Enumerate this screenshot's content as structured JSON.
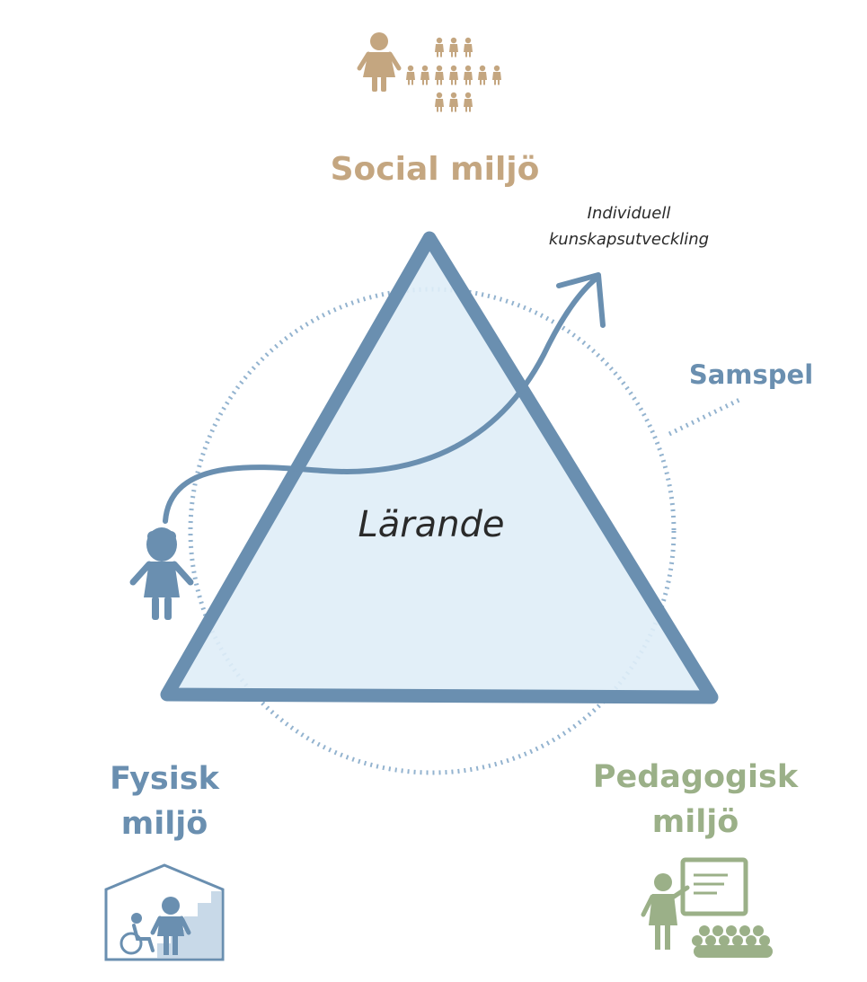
{
  "colors": {
    "social": "#c4a680",
    "physical": "#6a8fb0",
    "pedagogical": "#9bb088",
    "triangle_stroke": "#6a8fb0",
    "triangle_fill": "#dfedf7",
    "circle_dots": "#93b3cf",
    "arrow": "#6a8fb0",
    "text_dark": "#2a2a2a"
  },
  "labels": {
    "social": "Social miljö",
    "physical_line1": "Fysisk",
    "physical_line2": "miljö",
    "pedagogical_line1": "Pedagogisk",
    "pedagogical_line2": "miljö",
    "samspel": "Samspel",
    "center": "Lärande",
    "arrow_line1": "Individuell",
    "arrow_line2": "kunskapsutveckling"
  },
  "icons": {
    "social": "group-of-people-icon",
    "physical": "house-with-wheelchair-and-stairs-icon",
    "pedagogical": "teacher-at-whiteboard-with-class-icon",
    "learner": "child-figure-icon"
  }
}
